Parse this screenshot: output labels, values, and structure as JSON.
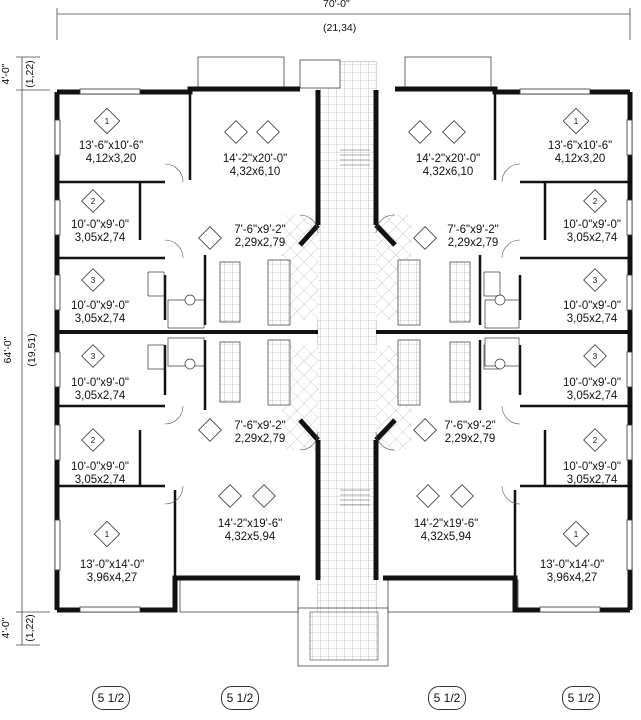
{
  "dimensions": {
    "width_imperial": "70'-0\"",
    "width_metric": "(21,34)",
    "depth_imperial": "64'-0\"",
    "depth_metric": "(19,51)",
    "top_porch_imperial": "4'-0\"",
    "top_porch_metric": "(1,22)",
    "bottom_porch_imperial": "4'-0\"",
    "bottom_porch_metric": "(1,22)"
  },
  "rooms": {
    "tl_bed1": {
      "imperial": "13'-6\"x10'-6\"",
      "metric": "4,12x3,20",
      "badge": "1"
    },
    "tl_bed2": {
      "imperial": "10'-0\"x9'-0\"",
      "metric": "3,05x2,74",
      "badge": "2"
    },
    "tl_bed3": {
      "imperial": "10'-0\"x9'-0\"",
      "metric": "3,05x2,74",
      "badge": "3"
    },
    "tl_living": {
      "imperial": "14'-2\"x20'-0\"",
      "metric": "4,32x6,10"
    },
    "tl_kitchen": {
      "imperial": "7'-6\"x9'-2\"",
      "metric": "2,29x2,79"
    },
    "tr_bed1": {
      "imperial": "13'-6\"x10'-6\"",
      "metric": "4,12x3,20",
      "badge": "1"
    },
    "tr_bed2": {
      "imperial": "10'-0\"x9'-0\"",
      "metric": "3,05x2,74",
      "badge": "2"
    },
    "tr_bed3": {
      "imperial": "10'-0\"x9'-0\"",
      "metric": "3,05x2,74",
      "badge": "3"
    },
    "tr_living": {
      "imperial": "14'-2\"x20'-0\"",
      "metric": "4,32x6,10"
    },
    "tr_kitchen": {
      "imperial": "7'-6\"x9'-2\"",
      "metric": "2,29x2,79"
    },
    "bl_bed3": {
      "imperial": "10'-0\"x9'-0\"",
      "metric": "3,05x2,74",
      "badge": "3"
    },
    "bl_bed2": {
      "imperial": "10'-0\"x9'-0\"",
      "metric": "3,05x2,74",
      "badge": "2"
    },
    "bl_bed1": {
      "imperial": "13'-0\"x14'-0\"",
      "metric": "3,96x4,27",
      "badge": "1"
    },
    "bl_living": {
      "imperial": "14'-2\"x19'-6\"",
      "metric": "4,32x5,94"
    },
    "bl_kitchen": {
      "imperial": "7'-6\"x9'-2\"",
      "metric": "2,29x2,79"
    },
    "br_bed3": {
      "imperial": "10'-0\"x9'-0\"",
      "metric": "3,05x2,74",
      "badge": "3"
    },
    "br_bed2": {
      "imperial": "10'-0\"x9'-0\"",
      "metric": "3,05x2,74",
      "badge": "2"
    },
    "br_bed1": {
      "imperial": "13'-0\"x14'-0\"",
      "metric": "3,96x4,27",
      "badge": "1"
    },
    "br_living": {
      "imperial": "14'-2\"x19'-6\"",
      "metric": "4,32x5,94"
    },
    "br_kitchen": {
      "imperial": "7'-6\"x9'-2\"",
      "metric": "2,29x2,79"
    }
  },
  "unit_labels": [
    "5 1/2",
    "5 1/2",
    "5 1/2",
    "5 1/2"
  ],
  "colors": {
    "wall": "#111111",
    "line": "#444444",
    "tile": "#999999",
    "background": "#ffffff"
  }
}
